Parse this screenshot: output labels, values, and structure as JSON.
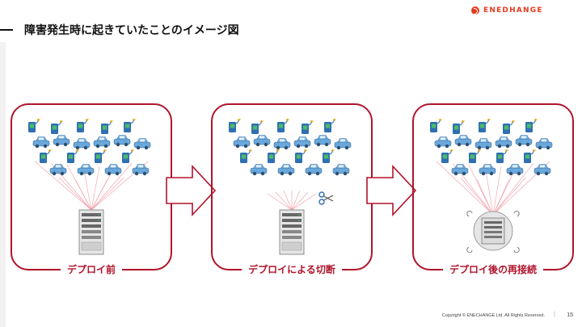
{
  "header": {
    "logo_text": "ENEDHANGE",
    "title": "障害発生時に起きていたことのイメージ図"
  },
  "panels": [
    {
      "label": "デプロイ前"
    },
    {
      "label": "デプロイによる切断"
    },
    {
      "label": "デプロイ後の再接続"
    }
  ],
  "footer": {
    "copyright": "Copyright © ENECHANGE Ltd.  All Rights Reserved.",
    "separator": "|",
    "page_number": "15"
  },
  "colors": {
    "accent": "#b0142c",
    "brand": "#e83a1e",
    "car_blue": "#6aa8dc",
    "charger_blue": "#2f6fb2",
    "charger_green": "#4cbb6a",
    "connection_red": "#f19aa4"
  },
  "icons": [
    "ev-car-icon",
    "ev-charger-icon",
    "server-icon",
    "scissors-icon",
    "broken-server-icon",
    "arrow-right-icon"
  ]
}
